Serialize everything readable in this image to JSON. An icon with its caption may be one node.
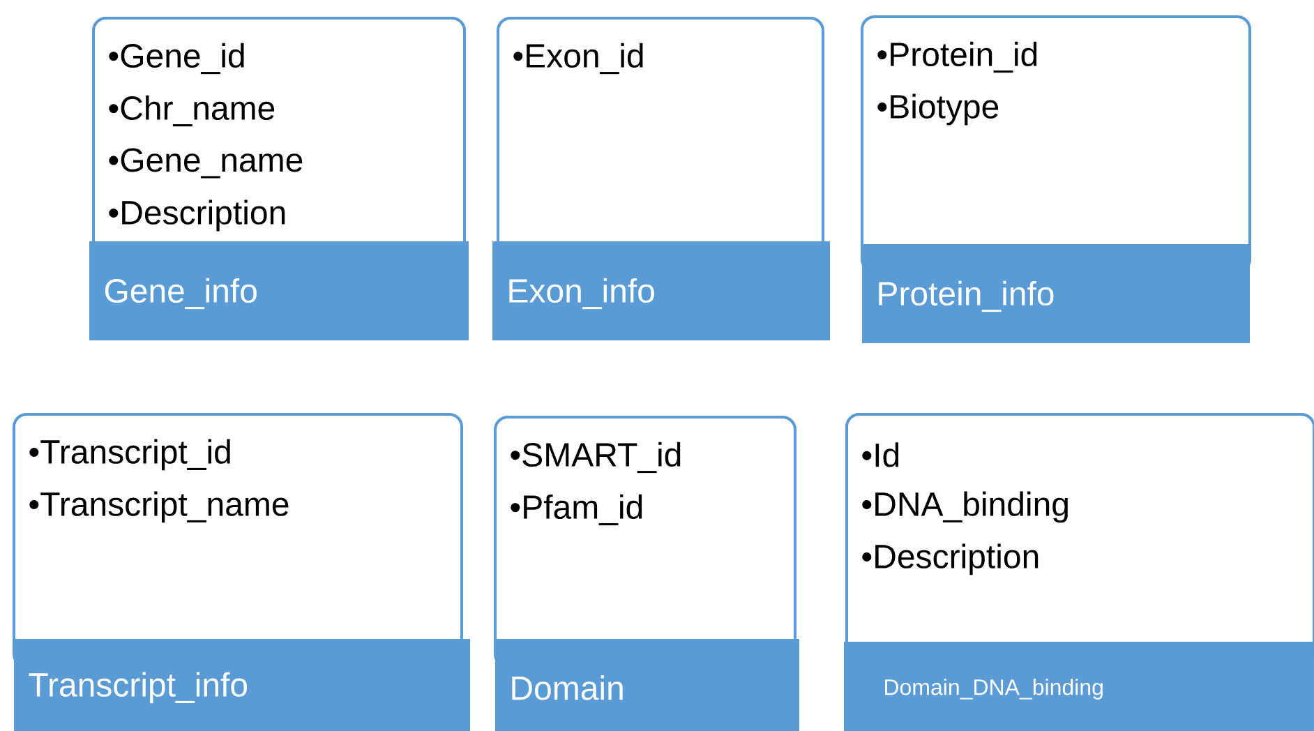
{
  "diagram": {
    "nodes": [
      {
        "text": [
          "•Gene_id",
          "•Chr_name",
          "•Gene_name",
          "•Description",
          "Gene_info"
        ]
      },
      {
        "text": [
          "•Exon_id",
          "Exon_info"
        ]
      },
      {
        "text": [
          "•Protein_id",
          "•Biotype",
          "Protein_info"
        ]
      },
      {
        "text": [
          "•Transcript_id",
          "•Transcript_name",
          "Transcript_info"
        ]
      },
      {
        "text": [
          "•SMART_id",
          "•Pfam_id",
          "Domain"
        ]
      },
      {
        "text": [
          "•Id",
          "•DNA_binding",
          "•Description",
          "Domain_DNA_binding"
        ]
      }
    ]
  }
}
